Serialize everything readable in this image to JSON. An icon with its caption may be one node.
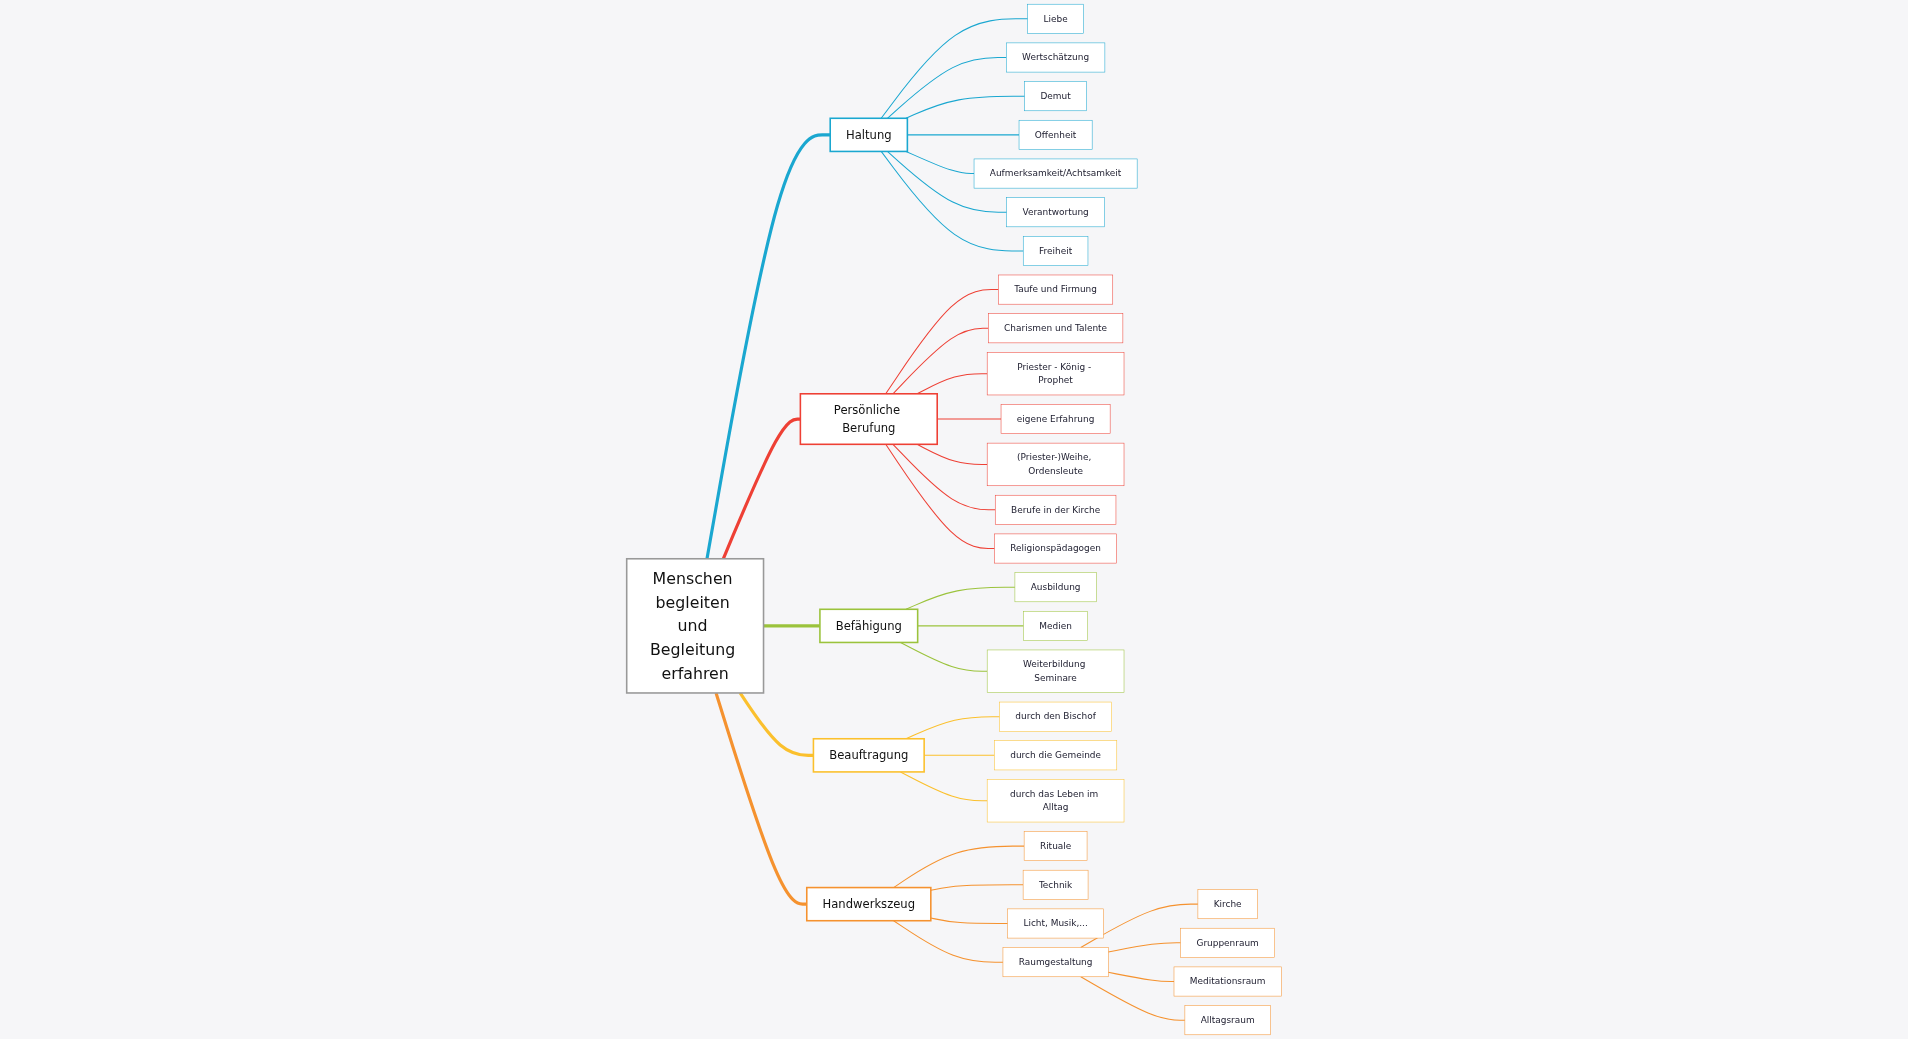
{
  "diagram": {
    "nodes": [
      {
        "text": [
          "Menschen begleiten und Begleitung erfahren"
        ]
      },
      {
        "text": [
          "Haltung"
        ]
      },
      {
        "text": [
          "Liebe"
        ]
      },
      {
        "text": [
          "Wertschätzung"
        ]
      },
      {
        "text": [
          "Demut"
        ]
      },
      {
        "text": [
          "Offenheit"
        ]
      },
      {
        "text": [
          "Aufmerksamkeit/Achtsamkeit"
        ]
      },
      {
        "text": [
          "Verantwortung"
        ]
      },
      {
        "text": [
          "Freiheit"
        ]
      },
      {
        "text": [
          "Persönliche Berufung"
        ]
      },
      {
        "text": [
          "Taufe und Firmung"
        ]
      },
      {
        "text": [
          "Charismen und Talente"
        ]
      },
      {
        "text": [
          "Priester - König - Prophet"
        ]
      },
      {
        "text": [
          "eigene Erfahrung"
        ]
      },
      {
        "text": [
          "(Priester-)Weihe, Ordensleute"
        ]
      },
      {
        "text": [
          "Berufe in der Kirche"
        ]
      },
      {
        "text": [
          "Religionspädagogen"
        ]
      },
      {
        "text": [
          "Befähigung"
        ]
      },
      {
        "text": [
          "Ausbildung"
        ]
      },
      {
        "text": [
          "Medien"
        ]
      },
      {
        "text": [
          "Weiterbildung Seminare"
        ]
      },
      {
        "text": [
          "Beauftragung"
        ]
      },
      {
        "text": [
          "durch den Bischof"
        ]
      },
      {
        "text": [
          "durch die Gemeinde"
        ]
      },
      {
        "text": [
          "durch das Leben im Alltag"
        ]
      },
      {
        "text": [
          "Handwerkszeug"
        ]
      },
      {
        "text": [
          "Rituale"
        ]
      },
      {
        "text": [
          "Technik"
        ]
      },
      {
        "text": [
          "Licht, Musik,..."
        ]
      },
      {
        "text": [
          "Raumgestaltung"
        ]
      },
      {
        "text": [
          "Kirche"
        ]
      },
      {
        "text": [
          "Gruppenraum"
        ]
      },
      {
        "text": [
          "Meditationsraum"
        ]
      },
      {
        "text": [
          "Alltagsraum"
        ]
      }
    ],
    "edges": [
      {
        "from": 0,
        "to": 1,
        "arrow": "none",
        "color": "#1aa7d0"
      },
      {
        "from": 1,
        "to": 2,
        "arrow": "none",
        "color": "#1aa7d0"
      },
      {
        "from": 1,
        "to": 3,
        "arrow": "none",
        "color": "#1aa7d0"
      },
      {
        "from": 1,
        "to": 4,
        "arrow": "none",
        "color": "#1aa7d0"
      },
      {
        "from": 1,
        "to": 5,
        "arrow": "none",
        "color": "#1aa7d0"
      },
      {
        "from": 1,
        "to": 6,
        "arrow": "none",
        "color": "#1aa7d0"
      },
      {
        "from": 1,
        "to": 7,
        "arrow": "none",
        "color": "#1aa7d0"
      },
      {
        "from": 1,
        "to": 8,
        "arrow": "none",
        "color": "#1aa7d0"
      },
      {
        "from": 0,
        "to": 9,
        "arrow": "none",
        "color": "#ee4035"
      },
      {
        "from": 9,
        "to": 10,
        "arrow": "none",
        "color": "#ee4035"
      },
      {
        "from": 9,
        "to": 11,
        "arrow": "none",
        "color": "#ee4035"
      },
      {
        "from": 9,
        "to": 12,
        "arrow": "none",
        "color": "#ee4035"
      },
      {
        "from": 9,
        "to": 13,
        "arrow": "none",
        "color": "#ee4035"
      },
      {
        "from": 9,
        "to": 14,
        "arrow": "none",
        "color": "#ee4035"
      },
      {
        "from": 9,
        "to": 15,
        "arrow": "none",
        "color": "#ee4035"
      },
      {
        "from": 9,
        "to": 16,
        "arrow": "none",
        "color": "#ee4035"
      },
      {
        "from": 0,
        "to": 17,
        "arrow": "none",
        "color": "#9bc33c"
      },
      {
        "from": 17,
        "to": 18,
        "arrow": "none",
        "color": "#9bc33c"
      },
      {
        "from": 17,
        "to": 19,
        "arrow": "none",
        "color": "#9bc33c"
      },
      {
        "from": 17,
        "to": 20,
        "arrow": "none",
        "color": "#9bc33c"
      },
      {
        "from": 0,
        "to": 21,
        "arrow": "none",
        "color": "#fbc02d"
      },
      {
        "from": 21,
        "to": 22,
        "arrow": "none",
        "color": "#fbc02d"
      },
      {
        "from": 21,
        "to": 23,
        "arrow": "none",
        "color": "#fbc02d"
      },
      {
        "from": 21,
        "to": 24,
        "arrow": "none",
        "color": "#fbc02d"
      },
      {
        "from": 0,
        "to": 25,
        "arrow": "none",
        "color": "#f5922f"
      },
      {
        "from": 25,
        "to": 26,
        "arrow": "none",
        "color": "#f5922f"
      },
      {
        "from": 25,
        "to": 27,
        "arrow": "none",
        "color": "#f5922f"
      },
      {
        "from": 25,
        "to": 28,
        "arrow": "none",
        "color": "#f5922f"
      },
      {
        "from": 25,
        "to": 29,
        "arrow": "none",
        "color": "#f5922f"
      },
      {
        "from": 29,
        "to": 30,
        "arrow": "none",
        "color": "#f5922f"
      },
      {
        "from": 29,
        "to": 31,
        "arrow": "none",
        "color": "#f5922f"
      },
      {
        "from": 29,
        "to": 32,
        "arrow": "none",
        "color": "#f5922f"
      },
      {
        "from": 29,
        "to": 33,
        "arrow": "none",
        "color": "#f5922f"
      }
    ]
  }
}
